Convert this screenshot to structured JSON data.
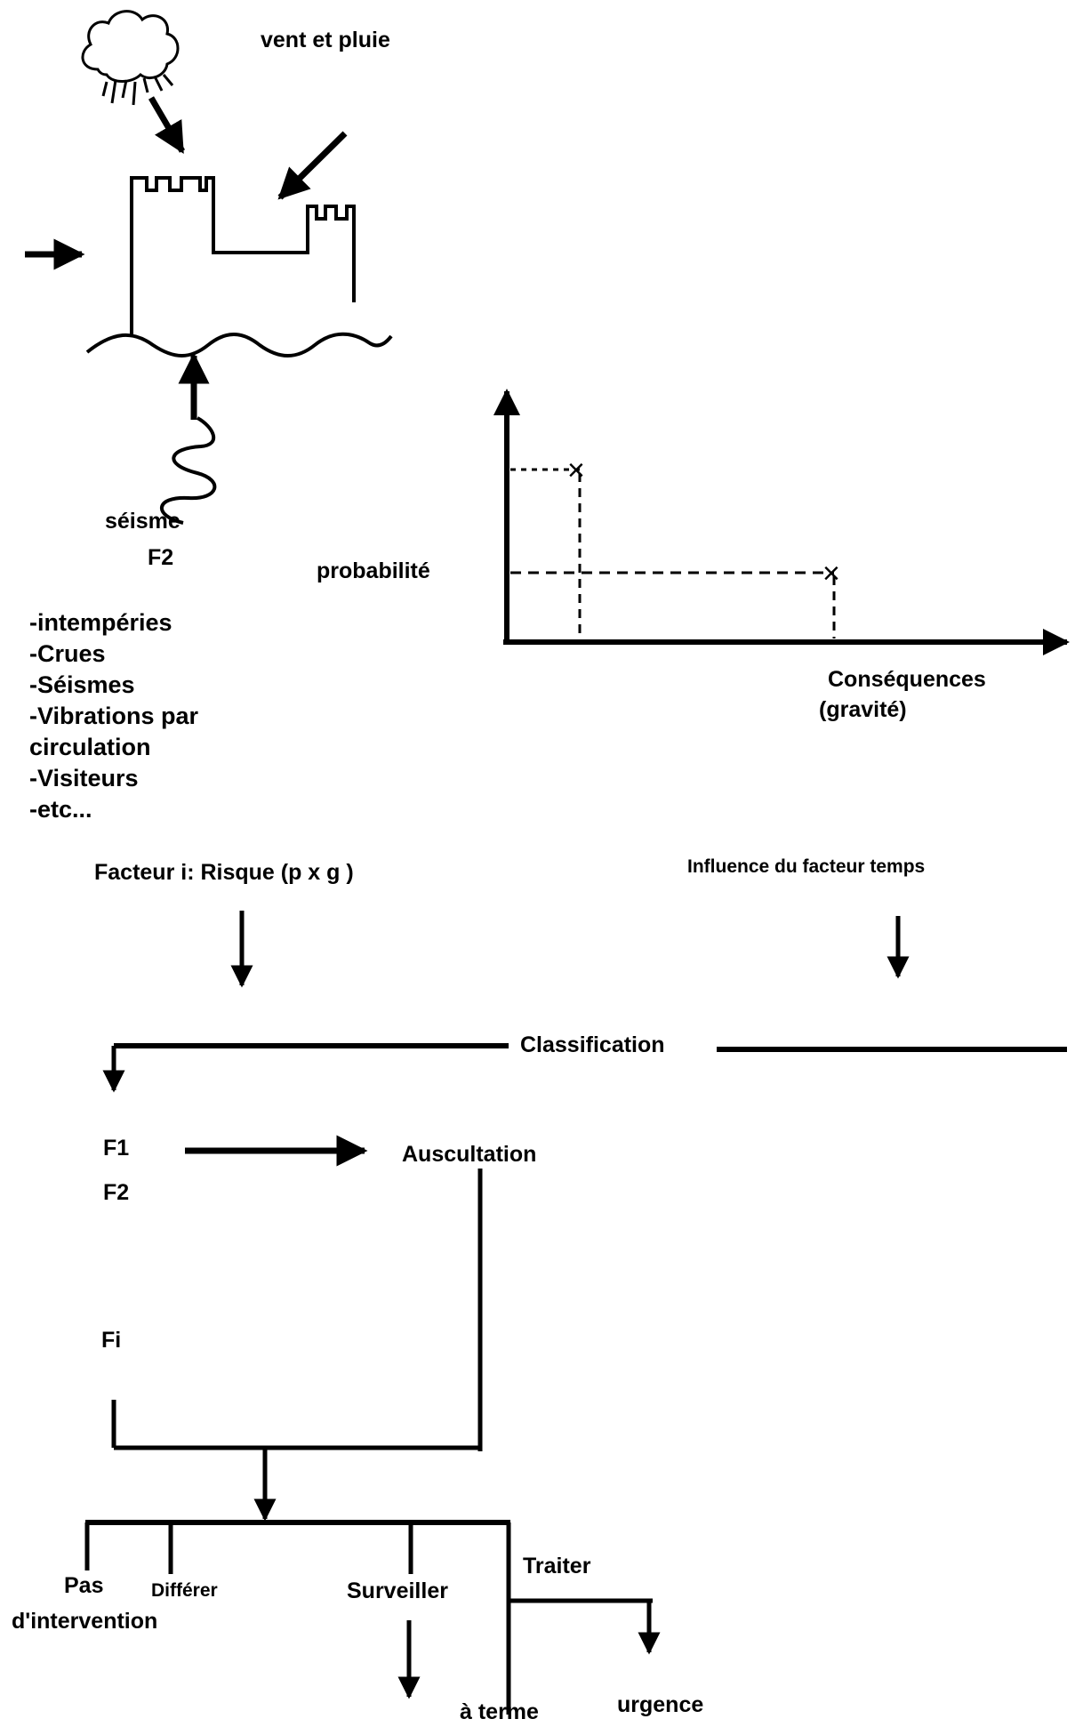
{
  "illustration": {
    "title": "vent et pluie",
    "seismic_label": "séisme",
    "seismic_factor": "F2",
    "icons": [
      "cloud-icon",
      "castle-icon",
      "wind-arrow-icon",
      "seismic-wave-icon"
    ]
  },
  "risk_plot": {
    "ylabel": "probabilité",
    "xlabel_line1": "Conséquences",
    "xlabel_line2": "(gravité)",
    "marker": "×"
  },
  "factors_list": [
    "-intempéries",
    "-Crues",
    "-Séismes",
    "-Vibrations par",
    "circulation",
    "-Visiteurs",
    "-etc..."
  ],
  "flow": {
    "risk_label": "Facteur i: Risque (p  x g  )",
    "time_label": "Influence du facteur temps",
    "classification": "Classification",
    "factor_1": "F1",
    "factor_2": "F2",
    "factor_i": "Fi",
    "auscultation": "Auscultation",
    "outcomes": {
      "no_intervention_1": "Pas",
      "no_intervention_2": "d'intervention",
      "defer": "Différer",
      "monitor": "Surveiller",
      "treat": "Traiter",
      "long_term": "à terme",
      "urgent": "urgence"
    }
  }
}
